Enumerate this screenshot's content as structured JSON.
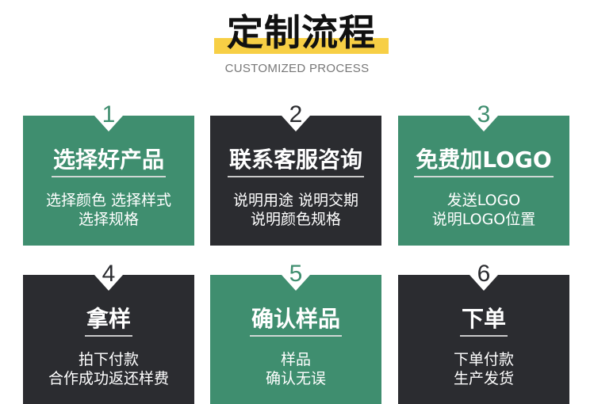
{
  "header": {
    "title": "定制流程",
    "subtitle": "CUSTOMIZED PROCESS",
    "accent_color": "#f7cf45"
  },
  "colors": {
    "green": "#3f8e6f",
    "dark": "#2b2c30"
  },
  "steps": [
    {
      "number": "1",
      "title": "选择好产品",
      "lines": [
        "选择颜色 选择样式",
        "选择规格"
      ],
      "color": "green"
    },
    {
      "number": "2",
      "title": "联系客服咨询",
      "lines": [
        "说明用途 说明交期",
        "说明颜色规格"
      ],
      "color": "dark"
    },
    {
      "number": "3",
      "title": "免费加LOGO",
      "lines": [
        "发送LOGO",
        "说明LOGO位置"
      ],
      "color": "green"
    },
    {
      "number": "4",
      "title": "拿样",
      "lines": [
        "拍下付款",
        "合作成功返还样费"
      ],
      "color": "dark"
    },
    {
      "number": "5",
      "title": "确认样品",
      "lines": [
        "样品",
        "确认无误"
      ],
      "color": "green"
    },
    {
      "number": "6",
      "title": "下单",
      "lines": [
        "下单付款",
        "生产发货"
      ],
      "color": "dark"
    }
  ]
}
